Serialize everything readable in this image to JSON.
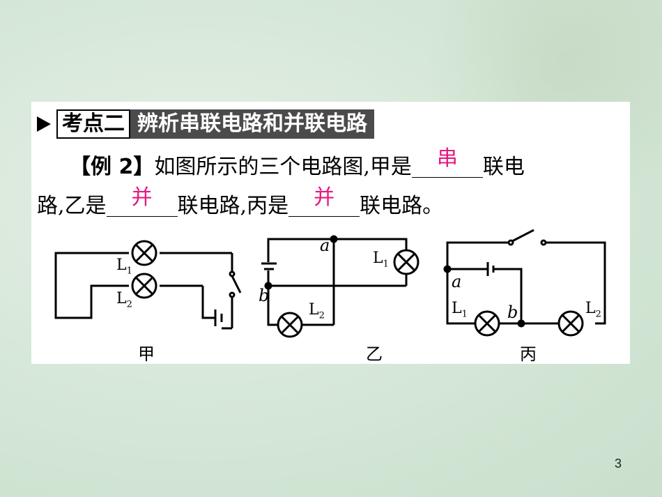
{
  "section": {
    "label": "考点二",
    "title": "辨析串联电路和并联电路"
  },
  "question": {
    "example_label": "【例 2】",
    "text_1": "如图所示的三个电路图,甲是",
    "answer_1": "串",
    "text_2": "联电",
    "text_3": "路,乙是",
    "answer_2": "并",
    "text_4": "联电路,丙是",
    "answer_3": "并",
    "text_5": "联电路。"
  },
  "diagrams": [
    {
      "caption": "甲",
      "lamp_1": "L1",
      "lamp_2": "L2"
    },
    {
      "caption": "乙",
      "lamp_1": "L1",
      "lamp_2": "L2",
      "node_a": "a",
      "node_b": "b"
    },
    {
      "caption": "丙",
      "lamp_1": "L1",
      "lamp_2": "L2",
      "node_a": "a",
      "node_b": "b"
    }
  ],
  "page_number": "3",
  "colors": {
    "answer": "#e6197f",
    "title_bg": "#4b4b4b"
  }
}
